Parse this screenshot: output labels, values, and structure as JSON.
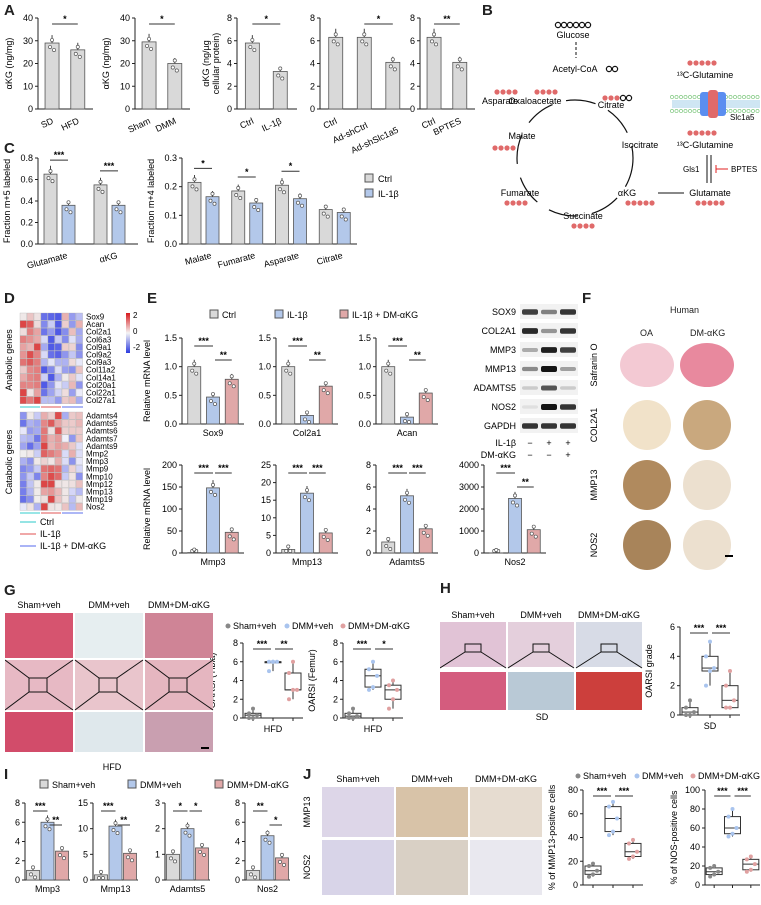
{
  "panels": {
    "A": {
      "label": "A"
    },
    "B": {
      "label": "B"
    },
    "C": {
      "label": "C"
    },
    "D": {
      "label": "D"
    },
    "E": {
      "label": "E"
    },
    "F": {
      "label": "F"
    },
    "G": {
      "label": "G"
    },
    "H": {
      "label": "H"
    },
    "I": {
      "label": "I"
    },
    "J": {
      "label": "J"
    }
  },
  "colors": {
    "ctrl": "#d9d9d9",
    "il1b": "#b3c8ea",
    "dmakg": "#e0a8a8",
    "sham_dot": "#888888",
    "dmm_dot": "#a9c4ee",
    "dmakg_dot": "#e0a0a0",
    "carbon": "#e06a6a",
    "heat_high": "#d7191c",
    "heat_low": "#2c3be0"
  },
  "legends": {
    "C": [
      "Ctrl",
      "IL-1β"
    ],
    "E": [
      "Ctrl",
      "IL-1β",
      "IL-1β + DM-αKG"
    ],
    "D": [
      "Ctrl",
      "IL-1β",
      "IL-1β + DM-αKG"
    ],
    "G": [
      "Sham+veh",
      "DMM+veh",
      "DMM+DM-αKG"
    ],
    "I": [
      "Sham+veh",
      "DMM+veh",
      "DMM+DM-αKG"
    ],
    "J": [
      "Sham+veh",
      "DMM+veh",
      "DMM+DM-αKG"
    ]
  },
  "diagram_B": {
    "nodes": [
      "Glucose",
      "Acetyl-CoA",
      "Citrate",
      "Isocitrate",
      "αKG",
      "Succinate",
      "Fumarate",
      "Malate",
      "Oxaloacetate",
      "Asparate",
      "13C-Glutamine (extracellular)",
      "13C-Glutamine (intracellular)",
      "Glutamate"
    ],
    "labels": {
      "glucose": "Glucose",
      "acetylcoa": "Acetyl-CoA",
      "citrate": "Citrate",
      "isocitrate": "Isocitrate",
      "akg": "αKG",
      "succinate": "Succinate",
      "fumarate": "Fumarate",
      "malate": "Malate",
      "oxaloacetate": "Oxaloacetate",
      "asparate": "Asparate",
      "glutamine": "C-Glutamine",
      "glutamine_sup": "13",
      "glutamate": "Glutamate",
      "transporter": "Slc1a5",
      "enzyme": "Gls1",
      "inhibitor": "BPTES"
    }
  },
  "heatmap_D": {
    "group_labels": [
      "Anabolic genes",
      "Catabolic genes"
    ],
    "anabolic_genes": [
      "Sox9",
      "Acan",
      "Col2a1",
      "Col6a3",
      "Col9a1",
      "Col9a2",
      "Col9a3",
      "Col11a2",
      "Col14a1",
      "Col20a1",
      "Col22a1",
      "Col27a1"
    ],
    "catabolic_genes": [
      "Adamts4",
      "Adamts5",
      "Adamts6",
      "Adamts7",
      "Adamts9",
      "Mmp2",
      "Mmp3",
      "Mmp9",
      "Mmp10",
      "Mmp12",
      "Mmp13",
      "Mmp19",
      "Nos2"
    ],
    "scale": [
      "2",
      "0",
      "-2"
    ]
  },
  "western_E": {
    "proteins": [
      "SOX9",
      "COL2A1",
      "MMP3",
      "MMP13",
      "ADAMTS5",
      "NOS2",
      "GAPDH"
    ],
    "rows": [
      {
        "label": "IL-1β",
        "values": [
          "−",
          "+",
          "+"
        ]
      },
      {
        "label": "DM-αKG",
        "values": [
          "−",
          "−",
          "+"
        ]
      }
    ]
  },
  "histology_F": {
    "title": "Human",
    "columns": [
      "OA",
      "DM-αKG"
    ],
    "rows": [
      "Safranin O",
      "COL2A1",
      "MMP13",
      "NOS2"
    ]
  },
  "histology_G": {
    "columns": [
      "Sham+veh",
      "DMM+veh",
      "DMM+DM-αKG"
    ],
    "caption": "HFD"
  },
  "histology_H": {
    "columns": [
      "Sham+veh",
      "DMM+veh",
      "DMM+DM-αKG"
    ],
    "caption": "SD"
  },
  "histology_J": {
    "columns": [
      "Sham+veh",
      "DMM+veh",
      "DMM+DM-αKG"
    ],
    "rows": [
      "MMP13",
      "NOS2"
    ]
  },
  "chart_data": [
    {
      "panel": "A",
      "type": "bar",
      "title": "",
      "ylabel": "αKG (ng/mg)",
      "categories": [
        "SD",
        "HFD"
      ],
      "values": [
        29,
        26
      ],
      "ylim": [
        0,
        40
      ],
      "yticks": [
        0,
        10,
        20,
        30,
        40
      ],
      "sig": "*"
    },
    {
      "panel": "A",
      "type": "bar",
      "ylabel": "αKG (ng/mg)",
      "categories": [
        "Sham",
        "DMM"
      ],
      "values": [
        29.5,
        20
      ],
      "ylim": [
        0,
        40
      ],
      "yticks": [
        0,
        10,
        20,
        30,
        40
      ],
      "sig": "*"
    },
    {
      "panel": "A",
      "type": "bar",
      "ylabel": "αKG (ng/µg cellular protein)",
      "categories": [
        "Ctrl",
        "IL-1β"
      ],
      "values": [
        5.8,
        3.3
      ],
      "ylim": [
        0,
        8
      ],
      "yticks": [
        0,
        2,
        4,
        6,
        8
      ],
      "sig": "*"
    },
    {
      "panel": "A",
      "type": "bar",
      "ylabel": "",
      "categories": [
        "Ctrl",
        "Ad-shCtrl",
        "Ad-shSlc1a5"
      ],
      "values": [
        6.3,
        6.3,
        4.1
      ],
      "ylim": [
        0,
        8
      ],
      "yticks": [
        0,
        2,
        4,
        6,
        8
      ],
      "sig": "* (Ad-shCtrl vs Ad-shSlc1a5)"
    },
    {
      "panel": "A",
      "type": "bar",
      "ylabel": "",
      "categories": [
        "Ctrl",
        "BPTES"
      ],
      "values": [
        6.3,
        4.1
      ],
      "ylim": [
        0,
        8
      ],
      "yticks": [
        0,
        2,
        4,
        6,
        8
      ],
      "sig": "**"
    },
    {
      "panel": "C",
      "type": "bar",
      "ylabel": "Fraction m+5 labeled",
      "categories": [
        "Glutamate",
        "αKG"
      ],
      "series": [
        {
          "name": "Ctrl",
          "values": [
            0.65,
            0.55
          ]
        },
        {
          "name": "IL-1β",
          "values": [
            0.36,
            0.36
          ]
        }
      ],
      "ylim": [
        0,
        0.8
      ],
      "yticks": [
        "0.0",
        "0.2",
        "0.4",
        "0.6",
        "0.8"
      ],
      "sig": [
        "***",
        "***"
      ]
    },
    {
      "panel": "C",
      "type": "bar",
      "ylabel": "Fraction m+4 labeled",
      "categories": [
        "Malate",
        "Fumarate",
        "Asparate",
        "Citrate"
      ],
      "series": [
        {
          "name": "Ctrl",
          "values": [
            0.215,
            0.185,
            0.205,
            0.12
          ]
        },
        {
          "name": "IL-1β",
          "values": [
            0.165,
            0.143,
            0.158,
            0.11
          ]
        }
      ],
      "ylim": [
        0,
        0.3
      ],
      "yticks": [
        "0.0",
        "0.1",
        "0.2",
        "0.3"
      ],
      "sig": [
        "*",
        "*",
        "*",
        ""
      ]
    },
    {
      "panel": "E",
      "type": "bar",
      "ylabel": "Relative mRNA level",
      "categories": [
        "Sox9"
      ],
      "series": [
        {
          "name": "Ctrl",
          "values": [
            1.0
          ]
        },
        {
          "name": "IL-1β",
          "values": [
            0.47
          ]
        },
        {
          "name": "IL-1β + DM-αKG",
          "values": [
            0.78
          ]
        }
      ],
      "ylim": [
        0,
        1.5
      ],
      "yticks": [
        "0.0",
        "0.5",
        "1.0",
        "1.5"
      ],
      "sig": [
        "***",
        "**"
      ]
    },
    {
      "panel": "E",
      "type": "bar",
      "categories": [
        "Col2a1"
      ],
      "series": [
        {
          "name": "Ctrl",
          "values": [
            1.0
          ]
        },
        {
          "name": "IL-1β",
          "values": [
            0.15
          ]
        },
        {
          "name": "IL-1β + DM-αKG",
          "values": [
            0.66
          ]
        }
      ],
      "ylim": [
        0,
        1.5
      ],
      "yticks": [
        "0.0",
        "0.5",
        "1.0",
        "1.5"
      ],
      "sig": [
        "***",
        "**"
      ]
    },
    {
      "panel": "E",
      "type": "bar",
      "categories": [
        "Acan"
      ],
      "series": [
        {
          "name": "Ctrl",
          "values": [
            1.0
          ]
        },
        {
          "name": "IL-1β",
          "values": [
            0.12
          ]
        },
        {
          "name": "IL-1β + DM-αKG",
          "values": [
            0.54
          ]
        }
      ],
      "ylim": [
        0,
        1.5
      ],
      "yticks": [
        "0.0",
        "0.5",
        "1.0",
        "1.5"
      ],
      "sig": [
        "***",
        "**"
      ]
    },
    {
      "panel": "E",
      "type": "bar",
      "ylabel": "Relative mRNA level",
      "categories": [
        "Mmp3"
      ],
      "series": [
        {
          "name": "Ctrl",
          "values": [
            1
          ]
        },
        {
          "name": "IL-1β",
          "values": [
            148
          ]
        },
        {
          "name": "IL-1β + DM-αKG",
          "values": [
            47
          ]
        }
      ],
      "ylim": [
        0,
        200
      ],
      "yticks": [
        "0",
        "50",
        "100",
        "150",
        "200"
      ],
      "sig": [
        "***",
        "***"
      ]
    },
    {
      "panel": "E",
      "type": "bar",
      "categories": [
        "Mmp13"
      ],
      "series": [
        {
          "name": "Ctrl",
          "values": [
            1
          ]
        },
        {
          "name": "IL-1β",
          "values": [
            17
          ]
        },
        {
          "name": "IL-1β + DM-αKG",
          "values": [
            5.7
          ]
        }
      ],
      "ylim": [
        0,
        25
      ],
      "yticks": [
        "0",
        "5",
        "10",
        "15",
        "20",
        "25"
      ],
      "sig": [
        "***",
        "***"
      ]
    },
    {
      "panel": "E",
      "type": "bar",
      "categories": [
        "Adamts5"
      ],
      "series": [
        {
          "name": "Ctrl",
          "values": [
            1
          ]
        },
        {
          "name": "IL-1β",
          "values": [
            5.2
          ]
        },
        {
          "name": "IL-1β + DM-αKG",
          "values": [
            2.2
          ]
        }
      ],
      "ylim": [
        0,
        8
      ],
      "yticks": [
        "0",
        "2",
        "4",
        "6",
        "8"
      ],
      "sig": [
        "***",
        "***"
      ]
    },
    {
      "panel": "E",
      "type": "bar",
      "categories": [
        "Nos2"
      ],
      "series": [
        {
          "name": "Ctrl",
          "values": [
            1
          ]
        },
        {
          "name": "IL-1β",
          "values": [
            2480
          ]
        },
        {
          "name": "IL-1β + DM-αKG",
          "values": [
            1060
          ]
        }
      ],
      "ylim": [
        0,
        4000
      ],
      "yticks": [
        "0",
        "1000",
        "2000",
        "3000",
        "4000"
      ],
      "sig": [
        "***",
        "**"
      ]
    },
    {
      "panel": "G",
      "type": "box",
      "ylabel": "OARSI (Tibia)",
      "xlabel": "HFD",
      "categories": [
        "Sham+veh",
        "DMM+veh",
        "DMM+DM-αKG"
      ],
      "box": [
        {
          "min": 0,
          "q1": 0,
          "med": 0.3,
          "q3": 0.5,
          "max": 1
        },
        {
          "min": 5,
          "q1": 6,
          "med": 6,
          "q3": 6,
          "max": 6
        },
        {
          "min": 2,
          "q1": 3,
          "med": 3,
          "q3": 4.8,
          "max": 6
        }
      ],
      "ylim": [
        0,
        8
      ],
      "yticks": [
        "0",
        "2",
        "4",
        "6",
        "8"
      ],
      "sig": [
        "***",
        "**"
      ]
    },
    {
      "panel": "G",
      "type": "box",
      "ylabel": "OARSI (Femur)",
      "xlabel": "HFD",
      "categories": [
        "Sham+veh",
        "DMM+veh",
        "DMM+DM-αKG"
      ],
      "box": [
        {
          "min": 0,
          "q1": 0,
          "med": 0.2,
          "q3": 0.5,
          "max": 1
        },
        {
          "min": 3,
          "q1": 3.3,
          "med": 4.5,
          "q3": 5.2,
          "max": 6
        },
        {
          "min": 1,
          "q1": 2,
          "med": 3,
          "q3": 3.5,
          "max": 4
        }
      ],
      "ylim": [
        0,
        8
      ],
      "yticks": [
        "0",
        "2",
        "4",
        "6",
        "8"
      ],
      "sig": [
        "***",
        "*"
      ]
    },
    {
      "panel": "H",
      "type": "box",
      "ylabel": "OARSI grade",
      "xlabel": "SD",
      "categories": [
        "Sham+veh",
        "DMM+veh",
        "DMM+DM-αKG"
      ],
      "box": [
        {
          "min": 0,
          "q1": 0,
          "med": 0.2,
          "q3": 0.5,
          "max": 1
        },
        {
          "min": 2,
          "q1": 3,
          "med": 3.2,
          "q3": 4,
          "max": 5
        },
        {
          "min": 0.5,
          "q1": 0.5,
          "med": 1,
          "q3": 2,
          "max": 3
        }
      ],
      "ylim": [
        0,
        6
      ],
      "yticks": [
        "0",
        "2",
        "4",
        "6"
      ],
      "sig": [
        "***",
        "***"
      ]
    },
    {
      "panel": "I",
      "type": "bar",
      "ylabel": "Relative mRNA level",
      "categories": [
        "Mmp3"
      ],
      "series": [
        {
          "name": "Sham+veh",
          "values": [
            1
          ]
        },
        {
          "name": "DMM+veh",
          "values": [
            6
          ]
        },
        {
          "name": "DMM+DM-αKG",
          "values": [
            3
          ]
        }
      ],
      "ylim": [
        0,
        8
      ],
      "yticks": [
        "0",
        "2",
        "4",
        "6",
        "8"
      ],
      "sig": [
        "***",
        "**"
      ]
    },
    {
      "panel": "I",
      "type": "bar",
      "categories": [
        "Mmp13"
      ],
      "series": [
        {
          "name": "Sham+veh",
          "values": [
            1
          ]
        },
        {
          "name": "DMM+veh",
          "values": [
            10.5
          ]
        },
        {
          "name": "DMM+DM-αKG",
          "values": [
            5.2
          ]
        }
      ],
      "ylim": [
        0,
        15
      ],
      "yticks": [
        "0",
        "5",
        "10",
        "15"
      ],
      "sig": [
        "***",
        "**"
      ]
    },
    {
      "panel": "I",
      "type": "bar",
      "categories": [
        "Adamts5"
      ],
      "series": [
        {
          "name": "Sham+veh",
          "values": [
            1
          ]
        },
        {
          "name": "DMM+veh",
          "values": [
            2
          ]
        },
        {
          "name": "DMM+DM-αKG",
          "values": [
            1.25
          ]
        }
      ],
      "ylim": [
        0,
        3
      ],
      "yticks": [
        "0",
        "1",
        "2",
        "3"
      ],
      "sig": [
        "*",
        "*"
      ]
    },
    {
      "panel": "I",
      "type": "bar",
      "categories": [
        "Nos2"
      ],
      "series": [
        {
          "name": "Sham+veh",
          "values": [
            1
          ]
        },
        {
          "name": "DMM+veh",
          "values": [
            4.6
          ]
        },
        {
          "name": "DMM+DM-αKG",
          "values": [
            2.3
          ]
        }
      ],
      "ylim": [
        0,
        8
      ],
      "yticks": [
        "0",
        "2",
        "4",
        "6",
        "8"
      ],
      "sig": [
        "**",
        "*"
      ]
    },
    {
      "panel": "J",
      "type": "box",
      "ylabel": "% of MMP13-positive cells",
      "categories": [
        "Sham+veh",
        "DMM+veh",
        "DMM+DM-αKG"
      ],
      "box": [
        {
          "min": 7,
          "q1": 9,
          "med": 12,
          "q3": 16,
          "max": 18
        },
        {
          "min": 42,
          "q1": 45,
          "med": 56,
          "q3": 66,
          "max": 70
        },
        {
          "min": 22,
          "q1": 24,
          "med": 28,
          "q3": 35,
          "max": 38
        }
      ],
      "ylim": [
        0,
        80
      ],
      "yticks": [
        "0",
        "20",
        "40",
        "60",
        "80"
      ],
      "sig": [
        "***",
        "***"
      ]
    },
    {
      "panel": "J",
      "type": "box",
      "ylabel": "% of NOS-positive cells",
      "categories": [
        "Sham+veh",
        "DMM+veh",
        "DMM+DM-αKG"
      ],
      "box": [
        {
          "min": 9,
          "q1": 11,
          "med": 14,
          "q3": 18,
          "max": 20
        },
        {
          "min": 51,
          "q1": 54,
          "med": 60,
          "q3": 72,
          "max": 80
        },
        {
          "min": 14,
          "q1": 16,
          "med": 22,
          "q3": 27,
          "max": 30
        }
      ],
      "ylim": [
        0,
        100
      ],
      "yticks": [
        "0",
        "20",
        "40",
        "60",
        "80",
        "100"
      ],
      "sig": [
        "***",
        "***"
      ]
    }
  ]
}
